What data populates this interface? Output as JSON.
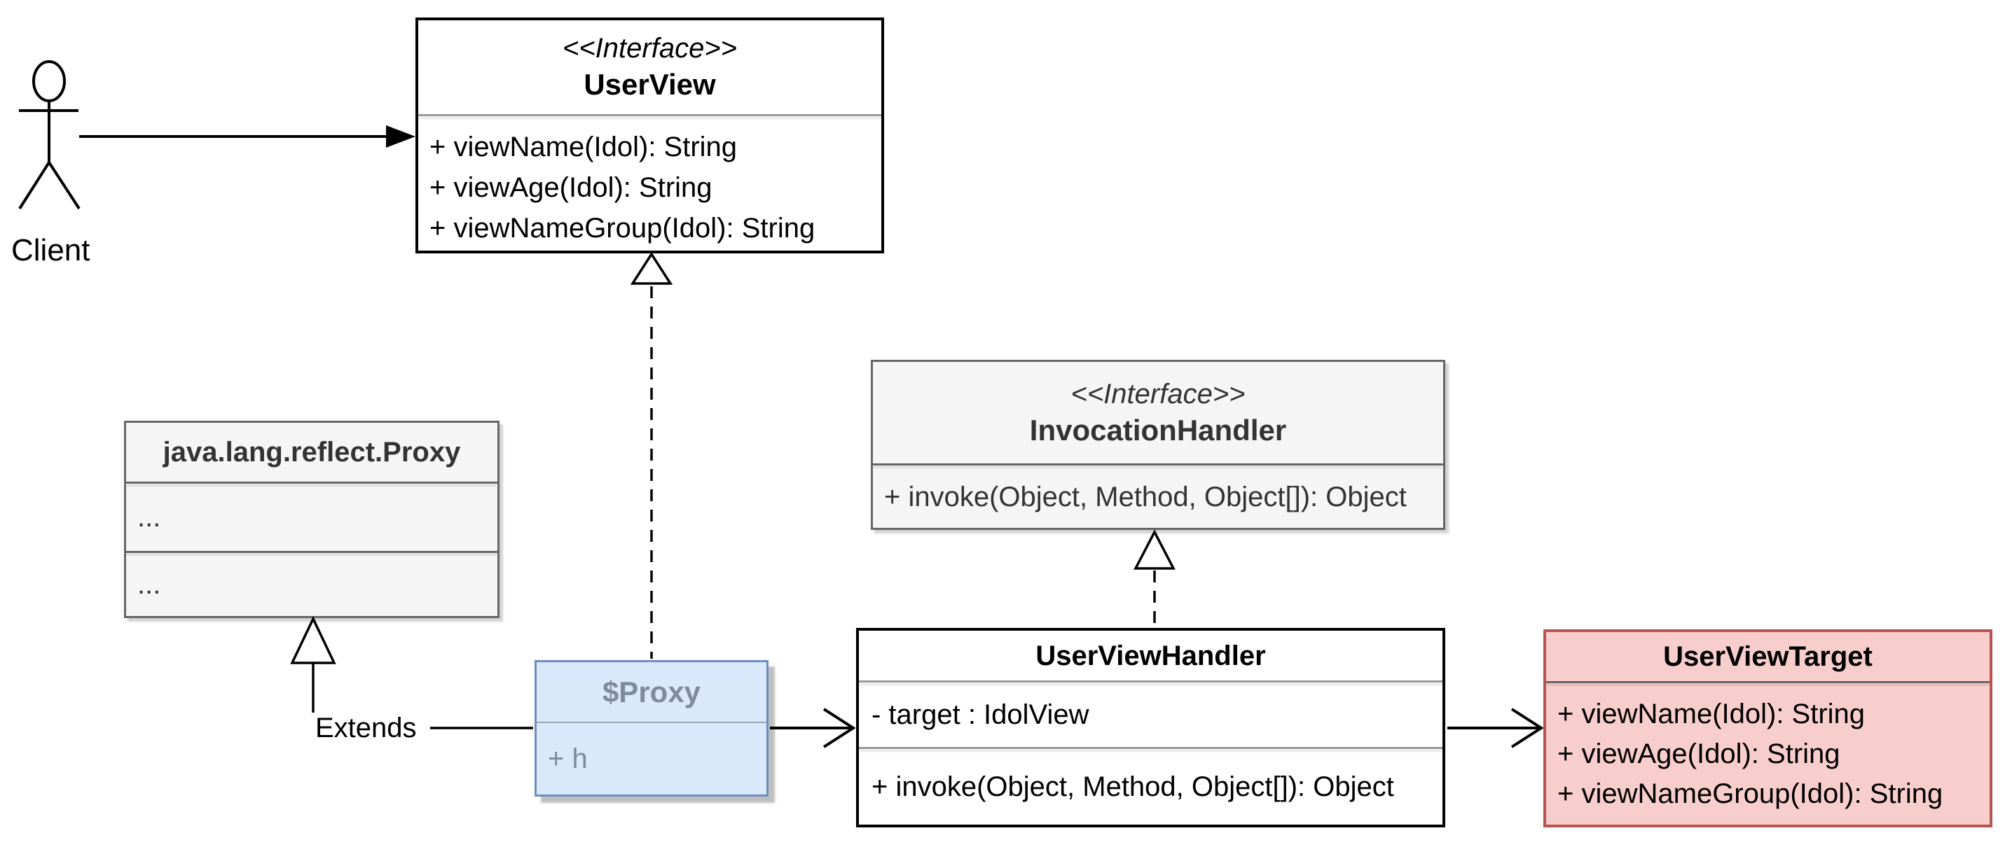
{
  "diagram": {
    "actor": {
      "label": "Client"
    },
    "labels": {
      "extends": "Extends"
    },
    "classes": {
      "user_view": {
        "stereotype": "<<Interface>>",
        "name": "UserView",
        "methods": [
          "+ viewName(Idol): String",
          "+ viewAge(Idol): String",
          "+ viewNameGroup(Idol): String"
        ]
      },
      "invocation_handler": {
        "stereotype": "<<Interface>>",
        "name": "InvocationHandler",
        "methods": [
          "+ invoke(Object, Method, Object[]): Object"
        ]
      },
      "reflect_proxy": {
        "name": "java.lang.reflect.Proxy",
        "attributes": [
          "..."
        ],
        "methods": [
          "..."
        ]
      },
      "proxy": {
        "name": "$Proxy",
        "attributes": [
          "+ h"
        ]
      },
      "user_view_handler": {
        "name": "UserViewHandler",
        "attributes": [
          "- target : IdolView"
        ],
        "methods": [
          "+ invoke(Object, Method, Object[]): Object"
        ]
      },
      "user_view_target": {
        "name": "UserViewTarget",
        "methods": [
          "+ viewName(Idol): String",
          "+ viewAge(Idol): String",
          "+ viewNameGroup(Idol): String"
        ]
      }
    },
    "colors": {
      "proxy_fill": "#dae8fc",
      "proxy_border": "#6c8ebf",
      "proxy_text": "#7f8b9b",
      "target_fill": "#f8cecc",
      "target_border": "#b85450",
      "gray_fill": "#f5f5f5",
      "gray_border": "#666666",
      "gray_text": "#333333",
      "line": "#000000"
    }
  }
}
